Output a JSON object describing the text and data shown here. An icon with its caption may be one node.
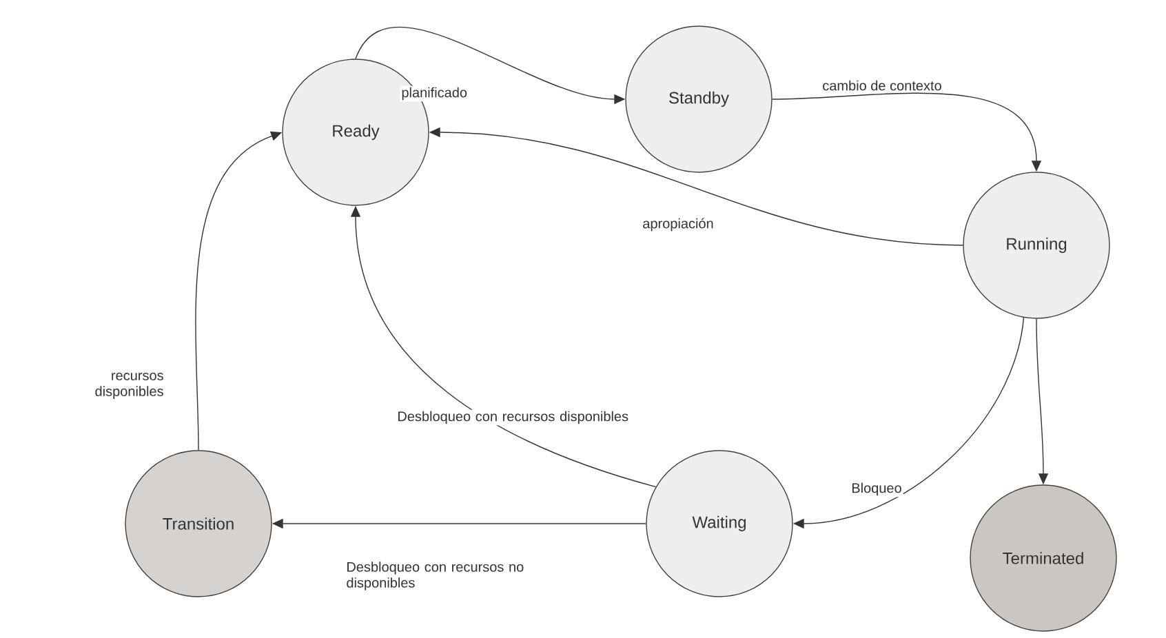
{
  "diagram": {
    "nodes": [
      {
        "text": [
          "Ready"
        ]
      },
      {
        "text": [
          "Standby"
        ]
      },
      {
        "text": [
          "Running"
        ]
      },
      {
        "text": [
          "Transition"
        ]
      },
      {
        "text": [
          "Waiting"
        ]
      },
      {
        "text": [
          "Terminated"
        ]
      }
    ],
    "edges": [
      {
        "from": 0,
        "to": 1,
        "arrow": "to",
        "label": "planificado"
      },
      {
        "from": 1,
        "to": 2,
        "arrow": "to",
        "label": "cambio de contexto"
      },
      {
        "from": 2,
        "to": 0,
        "arrow": "to",
        "label": "apropiación"
      },
      {
        "from": 2,
        "to": 4,
        "arrow": "to",
        "label": "Bloqueo"
      },
      {
        "from": 2,
        "to": 5,
        "arrow": "to"
      },
      {
        "from": 4,
        "to": 0,
        "arrow": "to",
        "label": "Desbloqueo con recursos disponibles"
      },
      {
        "from": 4,
        "to": 3,
        "arrow": "to",
        "label": "Desbloqueo con recursos no disponibles"
      },
      {
        "from": 3,
        "to": 0,
        "arrow": "to",
        "label": "recursos disponibles"
      }
    ]
  }
}
